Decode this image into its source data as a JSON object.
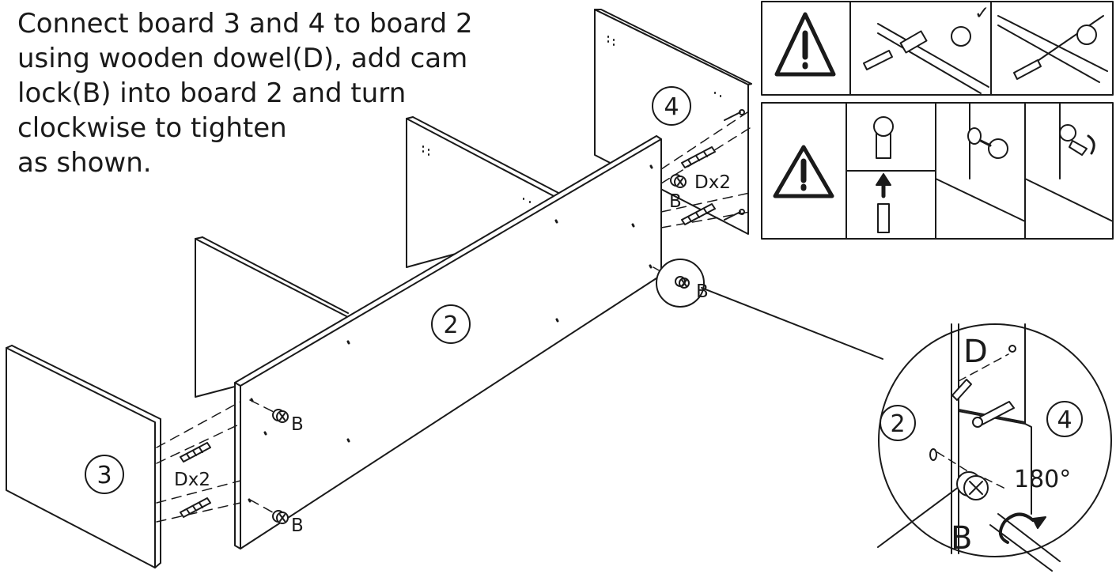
{
  "instructions": {
    "lines": [
      "Connect board 3 and 4 to board 2",
      "using wooden dowel(D), add cam",
      "lock(B) into board 2 and turn",
      "clockwise to tighten",
      "as shown."
    ]
  },
  "boards": {
    "board_2": "2",
    "board_3": "3",
    "board_4": "4"
  },
  "hardware": {
    "dowel_count_left": "Dx2",
    "dowel_count_right": "Dx2",
    "cam_lock": "B",
    "dowel": "D"
  },
  "detail": {
    "board_left": "2",
    "board_right": "4",
    "dowel_label": "D",
    "cam_label": "B",
    "rotation": "180°"
  },
  "warning_panels": {
    "icon": "warning-triangle-icon",
    "check_mark": "✓"
  }
}
